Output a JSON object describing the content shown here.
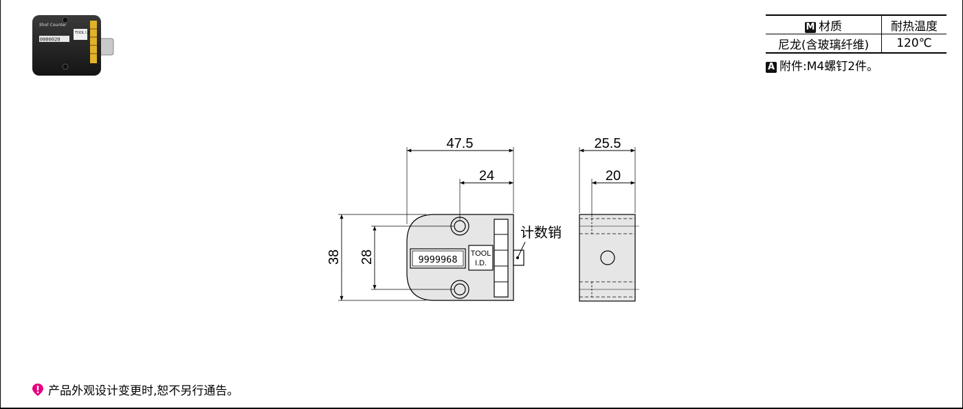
{
  "photo": {
    "label": "Shot Counter",
    "counter": "0000020",
    "tag": "TOOL I.D."
  },
  "spec_table": {
    "material_badge": "M",
    "material_header": "材质",
    "heat_header": "耐热温度",
    "material_value": "尼龙(含玻璃纤维)",
    "heat_value": "120℃"
  },
  "accessory": {
    "badge": "A",
    "text": "附件:M4螺钉2件。"
  },
  "drawing": {
    "front": {
      "width_total": "47.5",
      "width_partial": "24",
      "height_total": "38",
      "height_partial": "28",
      "counter_value": "9999968",
      "tool_line1": "TOOL",
      "tool_line2": "I.D.",
      "pin_label": "计数销"
    },
    "side": {
      "width_total": "25.5",
      "width_partial": "20"
    }
  },
  "notice": {
    "text": "产品外观设计变更时,恕不另行通告。",
    "icon": "pin-marker-icon",
    "icon_color": "#e4007f"
  }
}
